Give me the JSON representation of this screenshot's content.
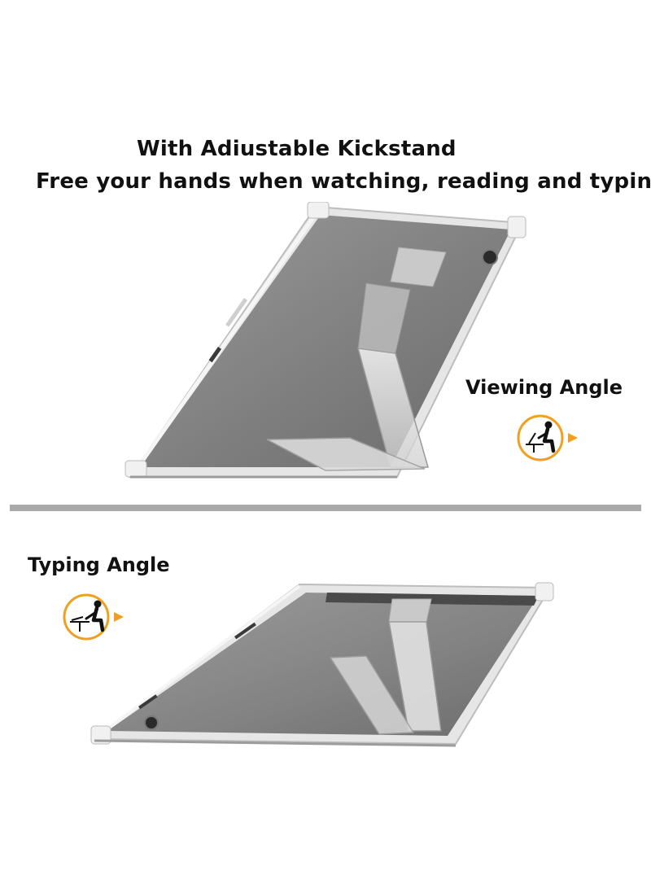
{
  "header": {
    "line1": "With Adiustable Kickstand",
    "line2": "Free your hands when watching, reading and typing."
  },
  "viewing": {
    "label": "Viewing Angle"
  },
  "typing": {
    "label": "Typing Angle"
  },
  "colors": {
    "badge_accent": "#f0a020",
    "divider": "#a9a9a9",
    "tablet_body": "#8a8a8a",
    "case_edge": "#e4e4e4"
  },
  "icons": {
    "viewing": "person-viewing-tablet-icon",
    "typing": "person-typing-laptop-icon"
  }
}
